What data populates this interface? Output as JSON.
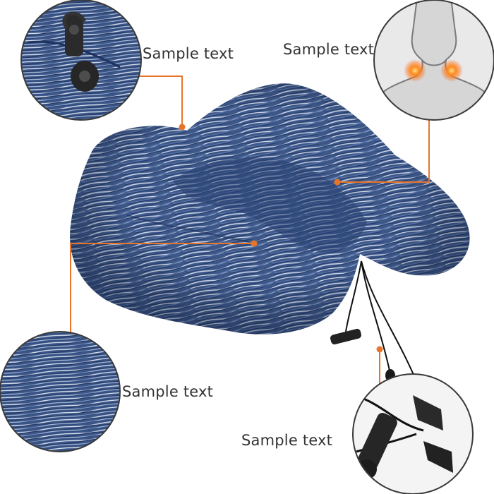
{
  "labels": {
    "drawstring_detail": "Sample text",
    "neck_support": "Sample text",
    "fabric_detail": "Sample text",
    "toggle_detail": "Sample text"
  },
  "colors": {
    "callout_line": "#e8742a",
    "callout_dot": "#e8742a",
    "pillow_base": "#3f5a8c",
    "pillow_highlight": "#c8d4e6",
    "pain_glow": "#ff7a1a",
    "label_text": "#333333"
  },
  "icons": {
    "neck_pain": "neck-head-silhouette-icon"
  }
}
